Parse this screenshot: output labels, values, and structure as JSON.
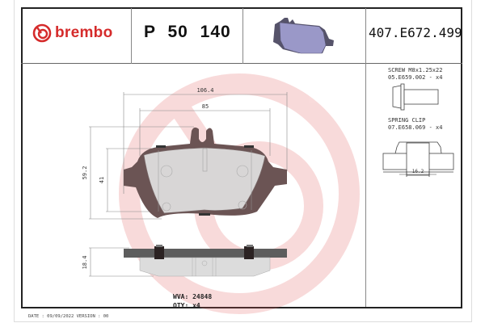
{
  "header": {
    "brand": "brembo",
    "part_number": "P 50 140",
    "reference_code": "407.E672.499",
    "brand_color": "#d52b2b"
  },
  "accessories": [
    {
      "label": "SCREW M8x1.25x22",
      "code": "05.E659.002 - x4"
    },
    {
      "label": "SPRING CLIP",
      "code": "07.E658.069 - x4"
    }
  ],
  "dimensions": {
    "overall_width": "106.4",
    "inner_width": "85",
    "overall_height": "59.2",
    "inner_height": "41",
    "thickness": "18.4",
    "clip_width": "16.2"
  },
  "info": {
    "wva_label": "WVA:",
    "wva_value": "24848",
    "qty_label": "QTY:",
    "qty_value": "x4"
  },
  "footer": {
    "text": "DATE : 09/09/2022 VERSION : 00"
  }
}
